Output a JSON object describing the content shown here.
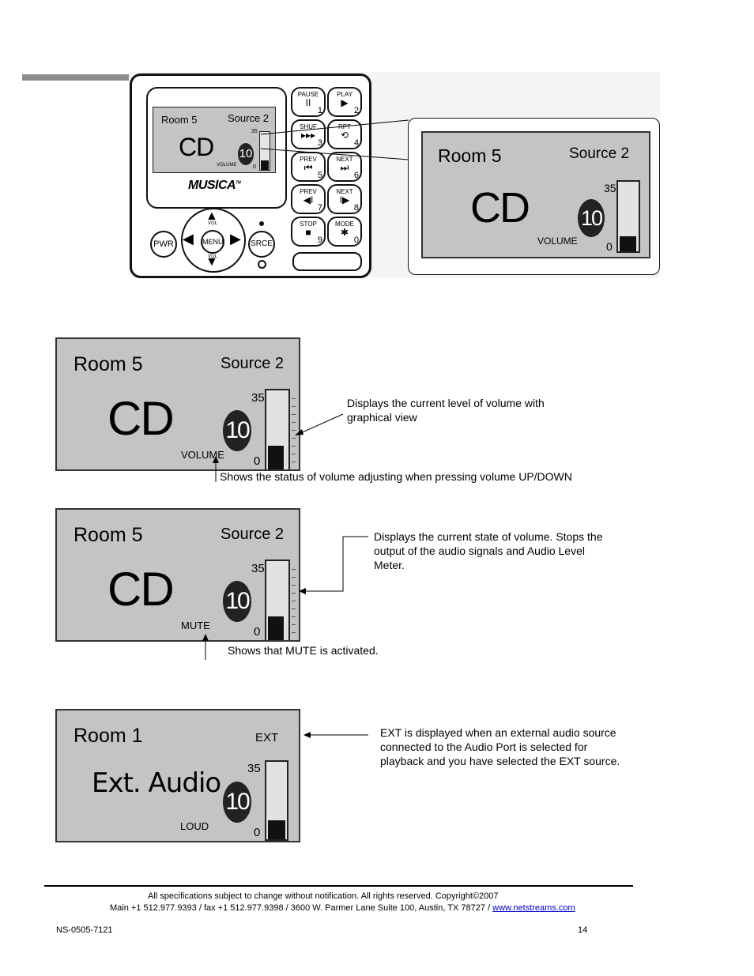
{
  "remote": {
    "lcd": {
      "room": "Room 5",
      "source": "Source 2",
      "title": "CD",
      "volume": "10",
      "volume_label": "VOLUME",
      "meter_max": "35",
      "meter_min": "0",
      "level_fraction": 0.25
    },
    "logo": "MUSICA",
    "logo_tm": "TM",
    "keys": [
      {
        "label": "PAUSE",
        "symbol": "II",
        "num": "1"
      },
      {
        "label": "PLAY",
        "symbol": "▶",
        "num": "2"
      },
      {
        "label": "SHUF",
        "symbol": "▸▸▸",
        "num": "3"
      },
      {
        "label": "RPT",
        "symbol": "⟲",
        "num": "4"
      },
      {
        "label": "PREV",
        "symbol": "⏮",
        "num": "5"
      },
      {
        "label": "NEXT",
        "symbol": "⏭",
        "num": "6"
      },
      {
        "label": "PREV",
        "symbol": "◀I",
        "num": "7"
      },
      {
        "label": "NEXT",
        "symbol": "I▶",
        "num": "8"
      },
      {
        "label": "STOP",
        "symbol": "■",
        "num": "9"
      },
      {
        "label": "MODE",
        "symbol": "✱",
        "num": "0"
      }
    ],
    "pwr": "PWR",
    "menu": "MENU",
    "srce": "SRCE",
    "vol_label": "VOL"
  },
  "zoom": {
    "room": "Room 5",
    "source": "Source 2",
    "title": "CD",
    "volume": "10",
    "volume_label": "VOLUME",
    "meter_max": "35",
    "meter_min": "0",
    "level_fraction": 0.22
  },
  "panels": [
    {
      "room": "Room 5",
      "source": "Source 2",
      "title": "CD",
      "volume": "10",
      "status": "VOLUME",
      "meter_max": "35",
      "meter_min": "0",
      "level_fraction": 0.3,
      "note_right": [
        "Displays the current level of volume with",
        "graphical view"
      ],
      "note_below": "Shows the status of volume adjusting when pressing volume UP/DOWN"
    },
    {
      "room": "Room 5",
      "source": "Source 2",
      "title": "CD",
      "volume": "10",
      "status": "MUTE",
      "meter_max": "35",
      "meter_min": "0",
      "level_fraction": 0.3,
      "note_right": [
        "Displays the current state of volume. Stops the",
        "output of the audio signals and Audio Level",
        "Meter."
      ],
      "note_below": "Shows that MUTE is activated."
    },
    {
      "room": "Room 1",
      "source": "EXT",
      "title": "Ext. Audio",
      "volume": "10",
      "status": "LOUD",
      "meter_max": "35",
      "meter_min": "0",
      "level_fraction": 0.24,
      "note_right": [
        "EXT is displayed when an external audio source",
        "connected to the Audio Port is selected for",
        "playback and you have selected the EXT source."
      ]
    }
  ],
  "footer": {
    "line1": "All specifications subject to change without notification. All rights reserved. Copyright©2007",
    "line2": "Main +1 512.977.9393 / fax +1 512.977.9398 / 3600 W. Parmer Lane Suite 100, Austin, TX 78727 / ",
    "link": "www.netstreams.com",
    "doc_id": "NS-0505-7121",
    "page": "14"
  }
}
